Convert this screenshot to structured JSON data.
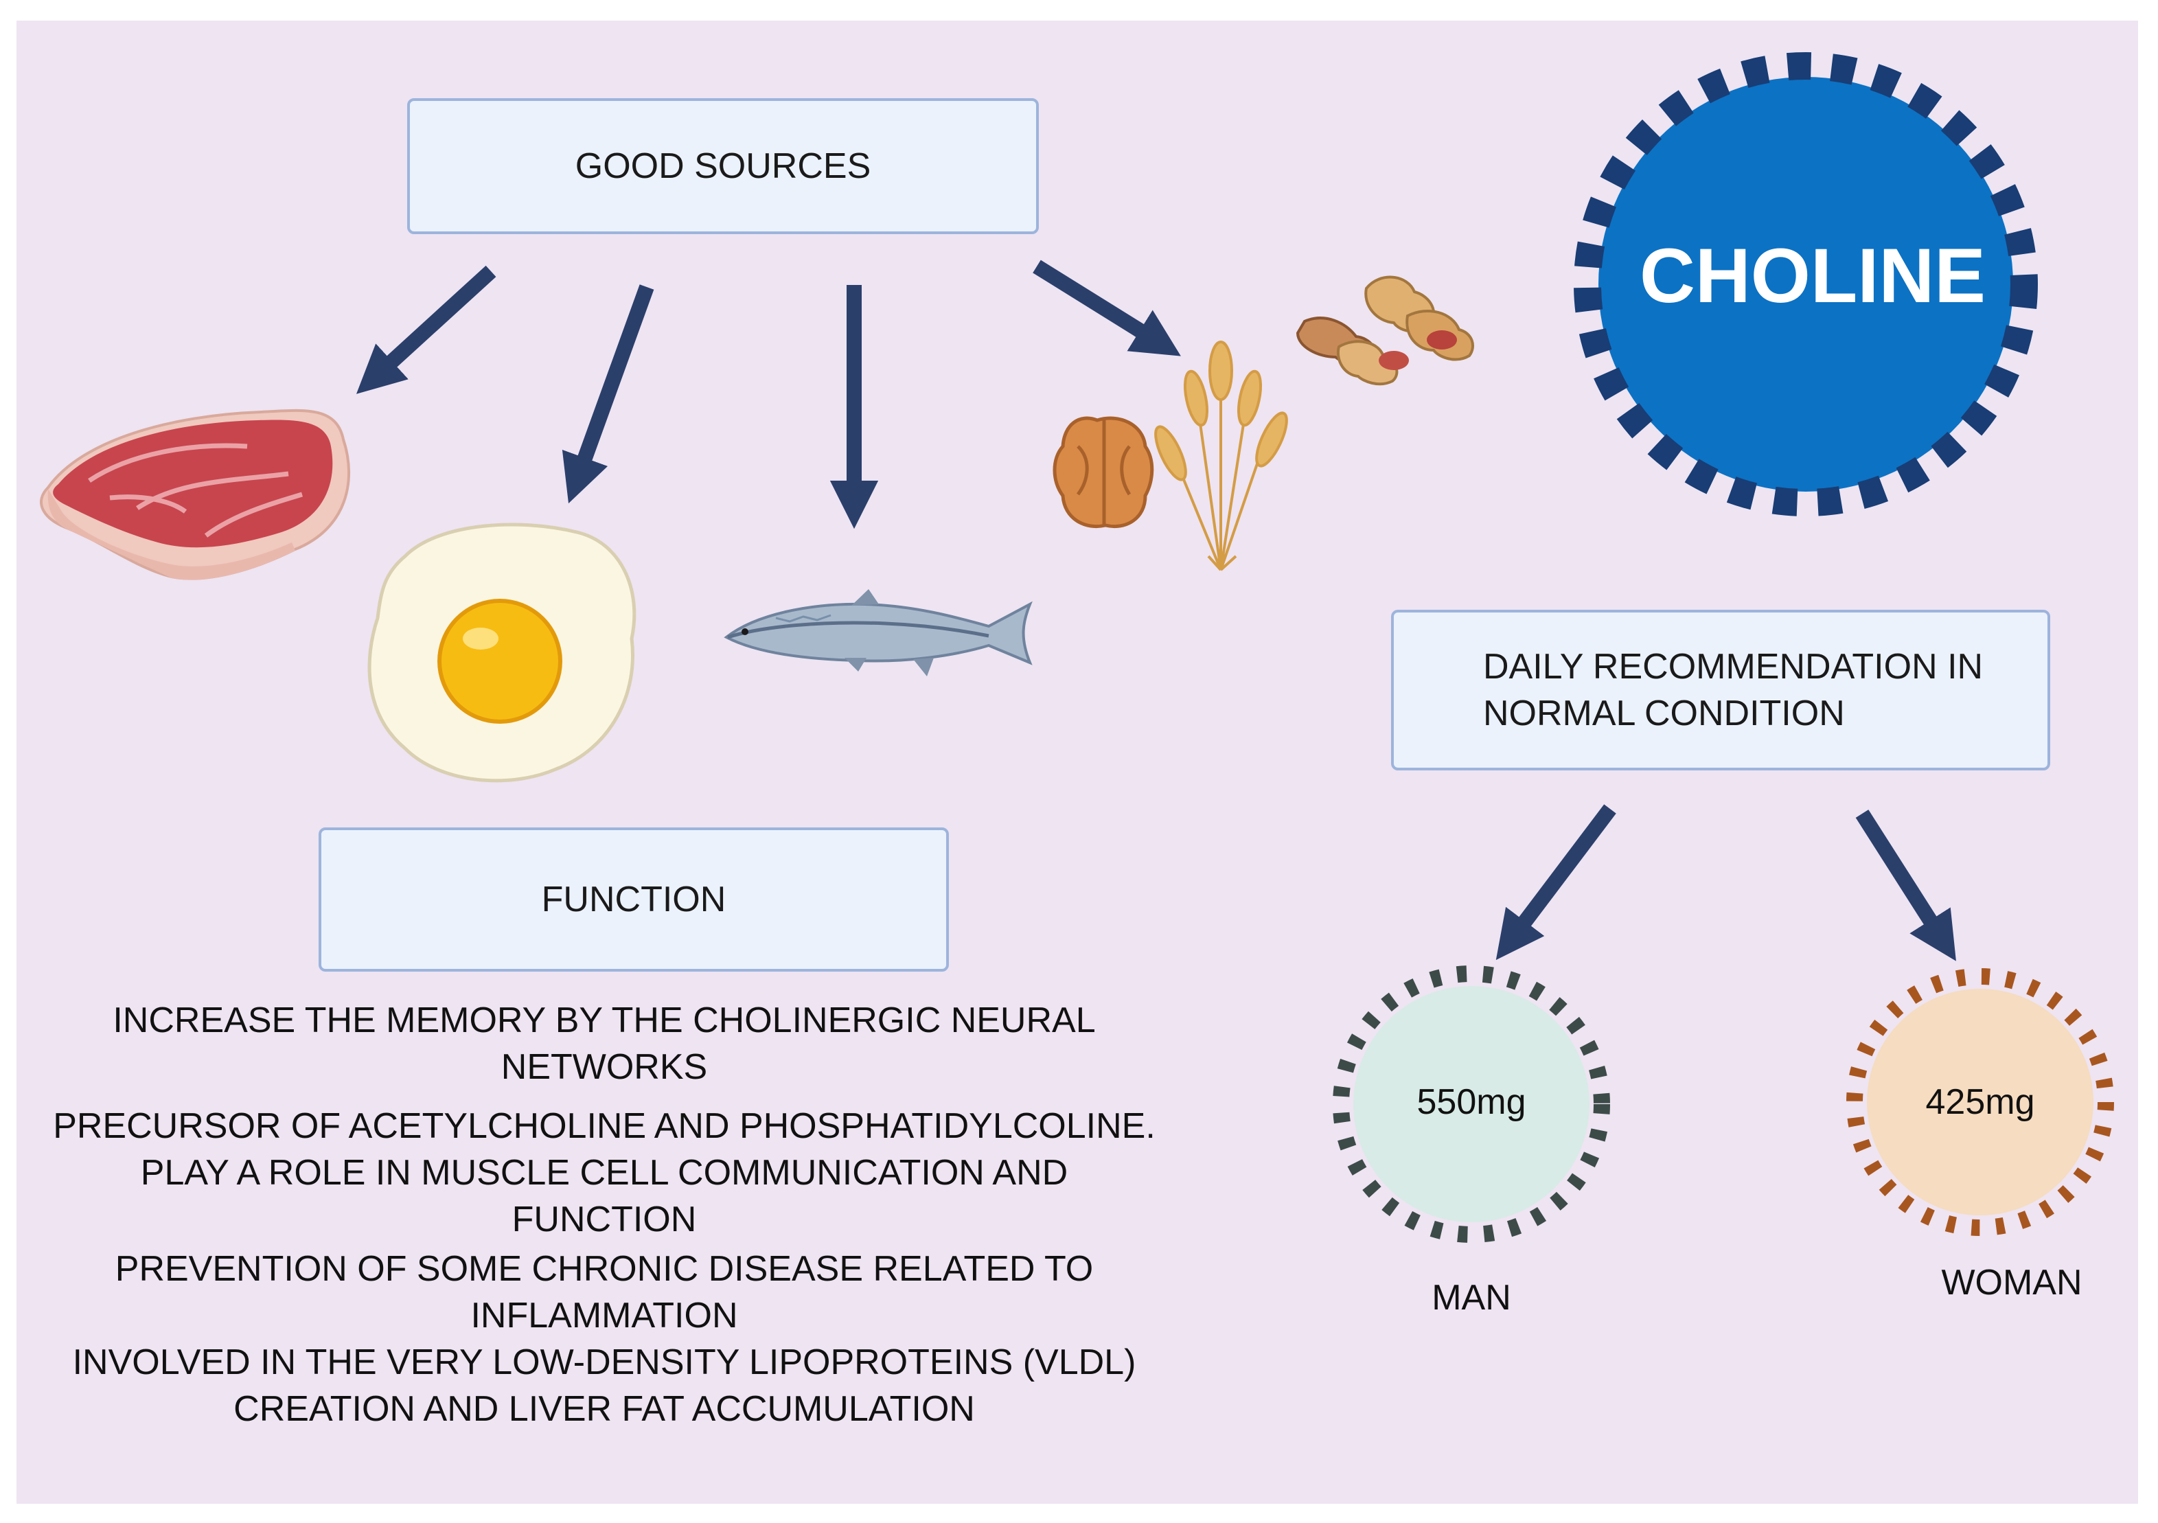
{
  "boxes": {
    "good_sources": "GOOD SOURCES",
    "function": "FUNCTION",
    "daily_line1": "DAILY RECOMMENDATION IN",
    "daily_line2": "NORMAL CONDITION"
  },
  "choline": "CHOLINE",
  "functions": [
    "INCREASE THE MEMORY BY THE CHOLINERGIC NEURAL",
    "NETWORKS",
    "PRECURSOR OF ACETYLCHOLINE AND PHOSPHATIDYLCOLINE.",
    "PLAY A ROLE IN MUSCLE CELL COMMUNICATION AND",
    "FUNCTION",
    "PREVENTION OF SOME CHRONIC DISEASE RELATED TO",
    "INFLAMMATION",
    "INVOLVED IN THE VERY LOW-DENSITY LIPOPROTEINS (VLDL)",
    "CREATION AND LIVER FAT ACCUMULATION"
  ],
  "recommendations": {
    "man": {
      "label": "MAN",
      "dose": "550mg"
    },
    "woman": {
      "label": "WOMAN",
      "dose": "425mg"
    }
  },
  "icons": [
    "meat-icon",
    "fried-egg-icon",
    "salmon-icon",
    "walnut-icon",
    "wheat-icon",
    "peanuts-icon"
  ],
  "colors": {
    "background": "#eee4f2",
    "box_fill": "#ebf2fc",
    "box_border": "#9db4dc",
    "arrow": "#2b3f6b",
    "choline_fill": "#0c72c4",
    "choline_dash": "#193d74",
    "man_fill": "#d8ebe6",
    "man_dash": "#3d4b48",
    "woman_fill": "#f6dcc0",
    "woman_dash": "#a8561f"
  }
}
